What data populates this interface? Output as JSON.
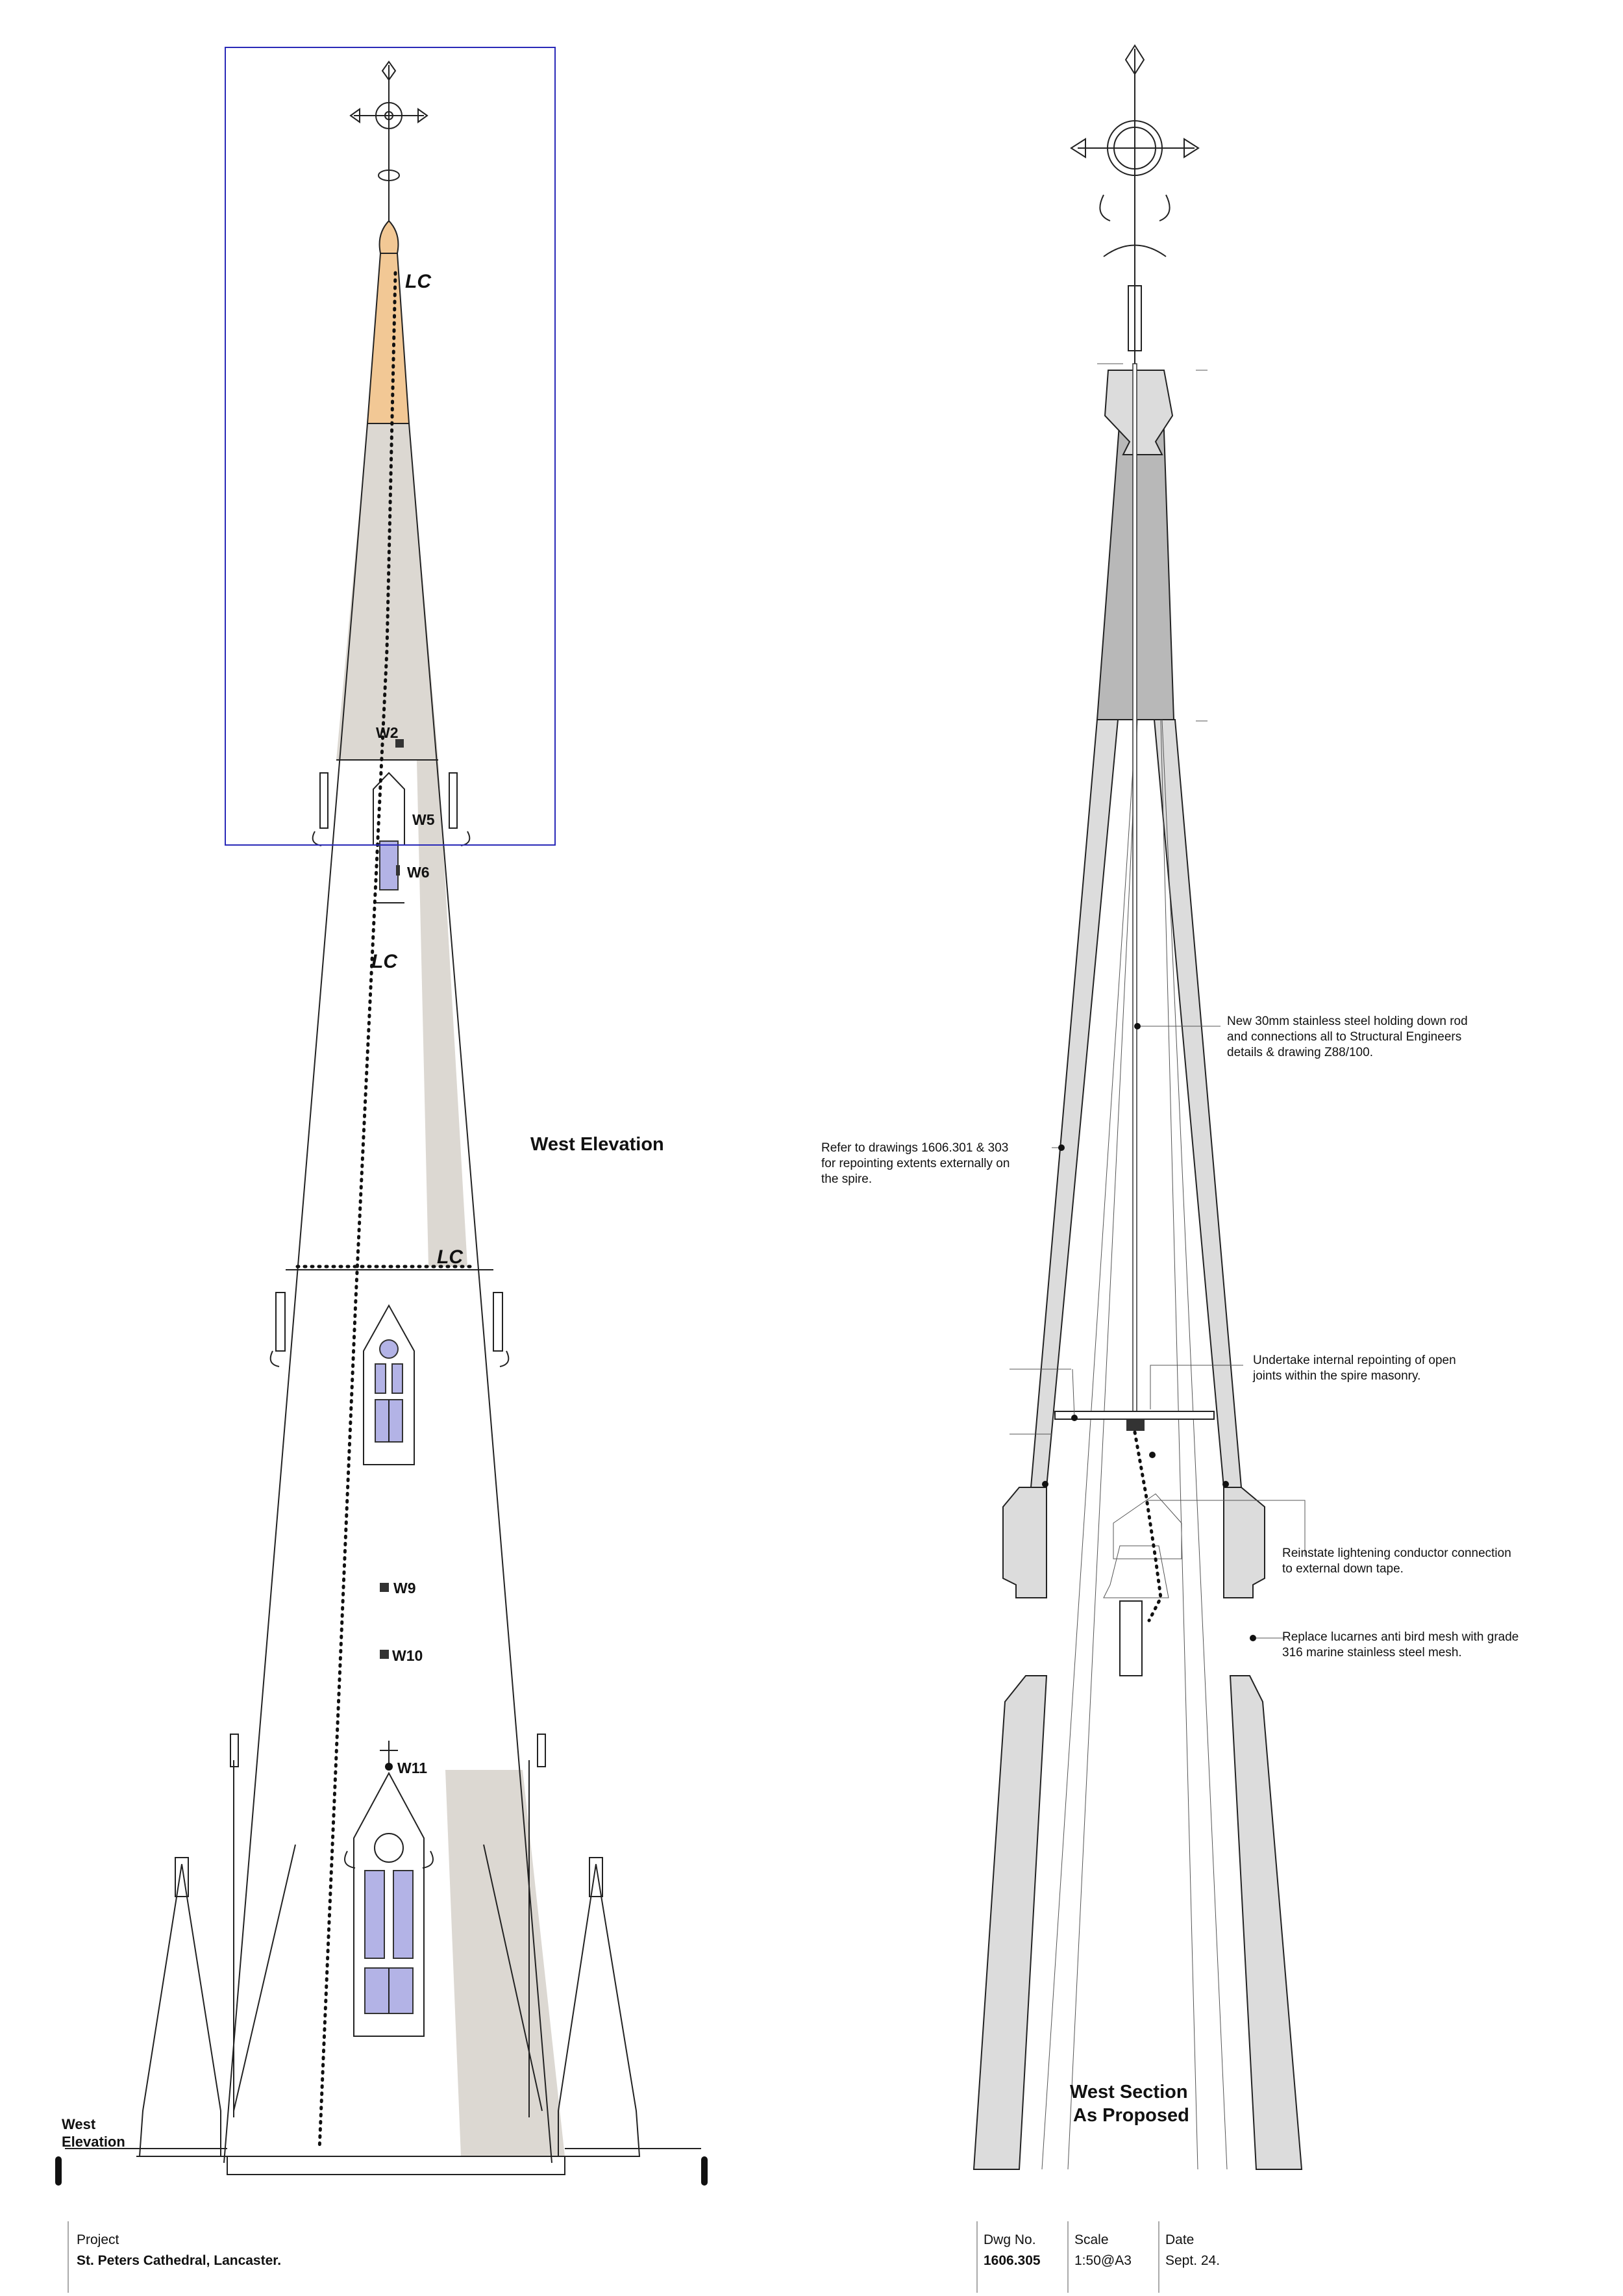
{
  "colors": {
    "stone_shade": "#dcd8d2",
    "copper_cap": "#f2c895",
    "section_stone": "#dcdcdc",
    "section_dark": "#b8b8b8",
    "glass": "#b3b3e6",
    "frame_box": "#2a2ab8"
  },
  "elevation": {
    "title": "West Elevation",
    "bottom_label_line1": "West",
    "bottom_label_line2": "Elevation",
    "lc_top": "LC",
    "lc_mid": "LC",
    "lc_low": "LC",
    "tags": {
      "w2": "W2",
      "w5": "W5",
      "w6": "W6",
      "w9": "W9",
      "w10": "W10",
      "w11": "W11"
    }
  },
  "section": {
    "title_line1": "West Section",
    "title_line2": "As Proposed",
    "notes": {
      "rod": [
        "New 30mm stainless steel holding down rod",
        "and connections all to Structural Engineers",
        "details & drawing Z88/100."
      ],
      "repoint_ext": [
        "Refer to drawings 1606.301 & 303",
        "for repointing extents externally on",
        "the spire."
      ],
      "repoint_int": [
        "Undertake internal repointing of open",
        "joints within the spire masonry."
      ],
      "conductor": [
        "Reinstate lightening conductor connection",
        "to external down tape."
      ],
      "mesh": [
        "Replace lucarnes anti bird mesh with grade",
        "316 marine stainless steel mesh."
      ]
    }
  },
  "title_block": {
    "project_label": "Project",
    "project_value": "St. Peters Cathedral, Lancaster.",
    "dwg_label": "Dwg No.",
    "dwg_value": "1606.305",
    "scale_label": "Scale",
    "scale_value": "1:50@A3",
    "date_label": "Date",
    "date_value": "Sept. 24."
  }
}
